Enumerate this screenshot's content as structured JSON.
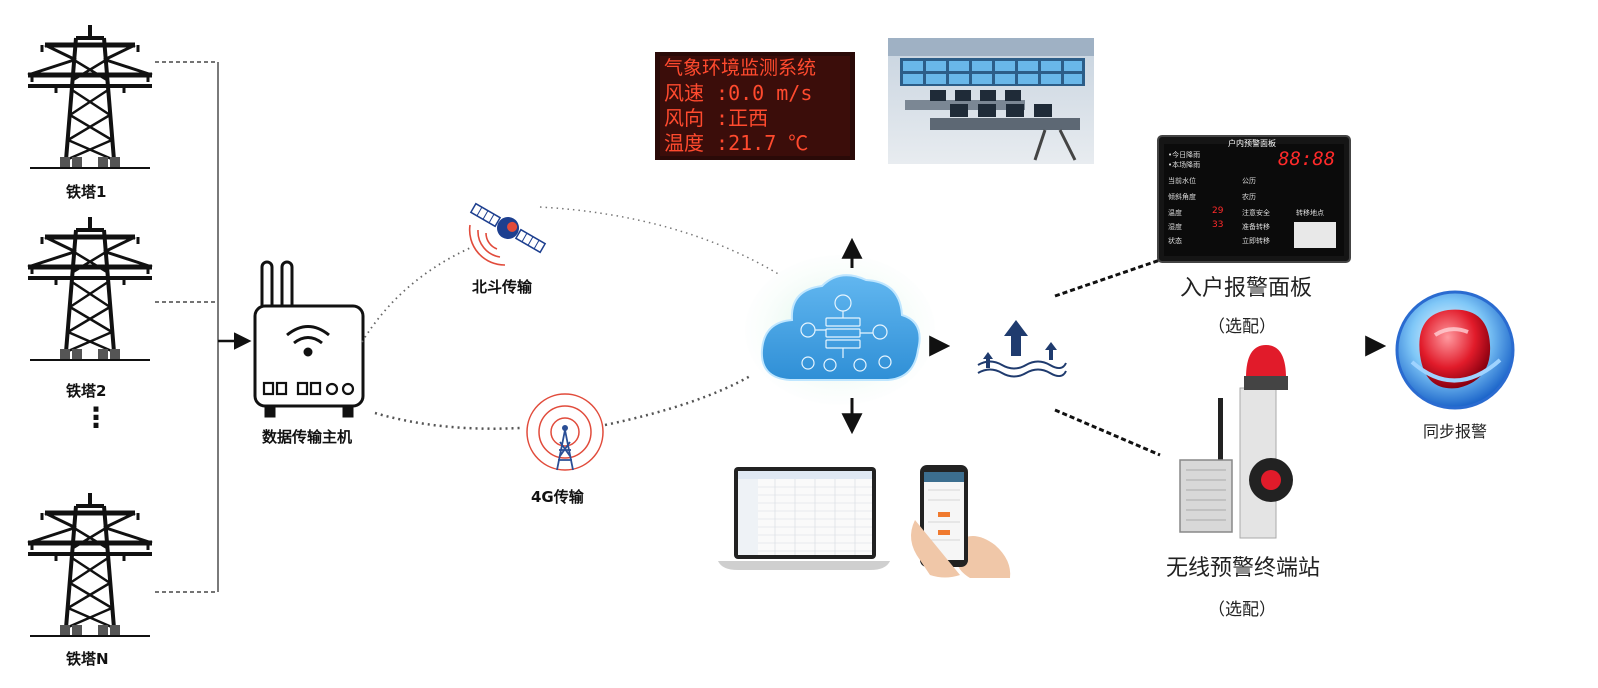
{
  "towers": [
    {
      "label": "铁塔1"
    },
    {
      "label": "铁塔2"
    },
    {
      "label": "铁塔N"
    }
  ],
  "ellipsis": "⋮",
  "gateway": {
    "label": "数据传输主机"
  },
  "beidou": {
    "label": "北斗传输"
  },
  "cellular": {
    "label": "4G传输"
  },
  "led_display": {
    "line1": "气象环境监测系统",
    "line2": "风速 :0.0  m/s",
    "line3": "风向 :正西",
    "line4": "温度 :21.7 ℃"
  },
  "indoor_panel": {
    "label": "入户报警面板",
    "optional": "（选配）",
    "screen": {
      "title": "户内预警面板",
      "today_rain": "•今日降雨",
      "this_rain": "•本场降雨",
      "clock": "88:88",
      "water_level": "当前水位",
      "solar": "公历",
      "tilt": "倾斜角度",
      "lunar": "农历",
      "temp": "温度",
      "humidity": "湿度",
      "status": "状态",
      "notice": "注意安全",
      "prepare": "准备转移",
      "evacuate": "立即转移",
      "site": "转移地点",
      "temp_val": "29",
      "humid_val": "33"
    }
  },
  "wireless_station": {
    "label": "无线预警终端站",
    "optional": "（选配）"
  },
  "sync_alarm": {
    "label": "同步报警"
  },
  "colors": {
    "cloud": "#3a9ee0",
    "led_red": "#e8341e",
    "panel_red": "#ff2a2a",
    "alarm_red": "#e11b2a"
  },
  "icons": [
    "transmission-tower-icon",
    "router-icon",
    "satellite-icon",
    "signal-tower-icon",
    "cloud-server-icon",
    "flood-water-icon",
    "laptop-icon",
    "smartphone-icon",
    "alarm-light-icon",
    "siren-icon"
  ]
}
